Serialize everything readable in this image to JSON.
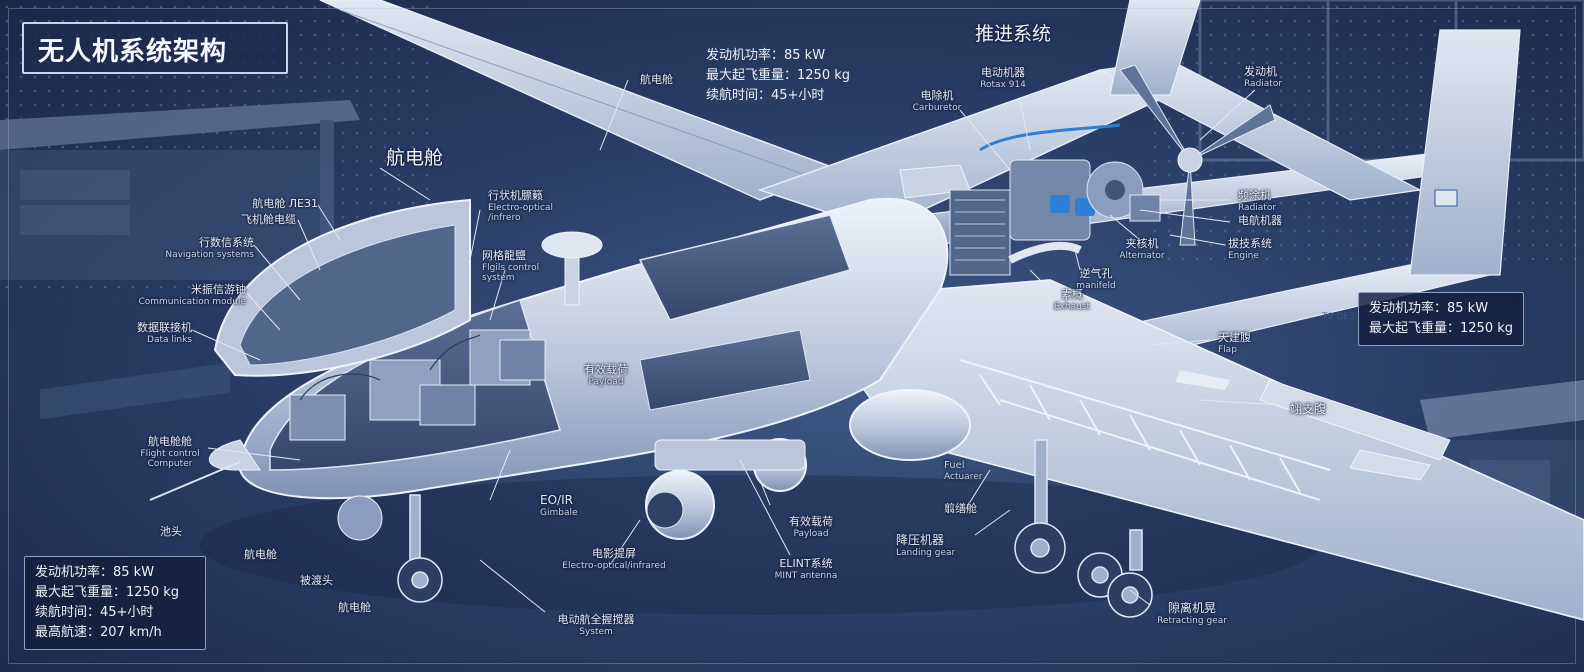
{
  "title": "无人机系统架构",
  "top_specs": [
    "发动机功率：85 kW",
    "最大起飞重量：1250 kg",
    "续航时间：45+小时"
  ],
  "right_specs": [
    "发动机功率：85 kW",
    "最大起飞重量：1250 kg"
  ],
  "bottom_specs": [
    "发动机功率：85 kW",
    "最大起飞重量：1250 kg",
    "续航时间：45+小时",
    "最高航速：207 km/h"
  ],
  "headers": {
    "avionics": "航电舱",
    "propulsion": "推进系统"
  },
  "labels": {
    "wing_top": {
      "zh": "航电舱"
    },
    "avionics_1": {
      "zh": "航电舱 ЛЕЗ1"
    },
    "avionics_2": {
      "zh": "飞机舱电缆"
    },
    "nav": {
      "zh": "行数信系统",
      "en": "Navigation systems"
    },
    "comm": {
      "zh": "米振信游铀",
      "en": "Communication module"
    },
    "datalink": {
      "zh": "数据联接机",
      "en": "Data links"
    },
    "fcc": {
      "zh": "航电舱舱",
      "en1": "Flight control",
      "en2": "Computer"
    },
    "nose": {
      "zh": "池头"
    },
    "gear_front": {
      "zh": "航电舱"
    },
    "gear_front2": {
      "zh": "被渡头"
    },
    "gear_front3": {
      "zh": "航电舱"
    },
    "eo_top": {
      "zh": "行状机膘籁",
      "en1": "Electro-optical",
      "en2": "/infrero"
    },
    "flight_ctrl": {
      "zh": "网格龍鹽",
      "en1": "Flgils control",
      "en2": "system"
    },
    "payload_body": {
      "zh": "有效载荷",
      "en": "Payload"
    },
    "eoir": {
      "t1": "EO/IR",
      "t2": "Gimbale"
    },
    "eo_bottom": {
      "zh": "电影提屏",
      "en": "Electro-optical/infrared"
    },
    "sensor_sys": {
      "zh": "电动航全握搅器",
      "en": "System"
    },
    "payload_low": {
      "zh": "有效载荷",
      "en": "Payload"
    },
    "elint": {
      "zh": "ELINT系统",
      "en": "MINT antenna"
    },
    "engine_rotax": {
      "zh": "电动机器",
      "en": "Rotax 914"
    },
    "carburetor": {
      "zh": "电除机",
      "en": "Carburetor"
    },
    "radiator_top": {
      "zh": "发动机",
      "en": "Radiator"
    },
    "radiator_2": {
      "zh": "频涂机",
      "en": "Radiator"
    },
    "elec": {
      "zh": "电航机器"
    },
    "alternator": {
      "zh": "夹核机",
      "en": "Alternator"
    },
    "engine_sys": {
      "zh": "拔技系统",
      "en": "Engine"
    },
    "manifold": {
      "zh": "逆气孔",
      "en": "manifeld"
    },
    "exhaust": {
      "zh": "素概",
      "en": "Exhaust"
    },
    "flap": {
      "zh": "天建腹",
      "en": "Flap"
    },
    "strut": {
      "zh": "翊支腹"
    },
    "fuel": {
      "en1": "Fuel",
      "en2": "Actuarer"
    },
    "fuel_zh": {
      "zh": "翦缮舱"
    },
    "landing": {
      "zh": "降压机器",
      "en": "Landing gear"
    },
    "retract": {
      "zh": "隙离机晃",
      "en": "Retracting gear"
    },
    "tail_mark": {
      "zh": "T9 ОЕЗ"
    }
  },
  "colors": {
    "bg_dark": "#1a2846",
    "metal": "#c9d4e6",
    "line": "#dfe7f3",
    "accent_blue": "#2f7fd6"
  }
}
